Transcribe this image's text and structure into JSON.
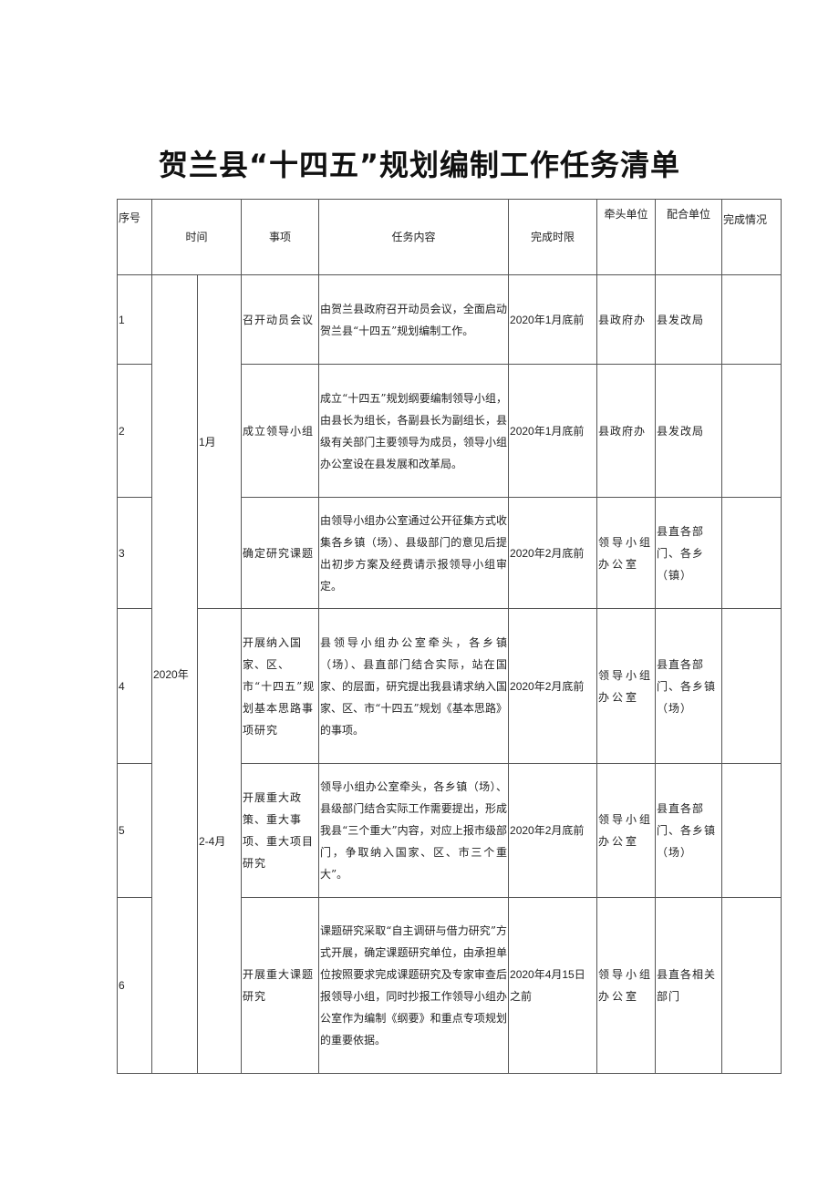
{
  "document": {
    "title": "贺兰县“十四五”规划编制工作任务清单"
  },
  "table": {
    "headers": {
      "index": "序号",
      "time": "时间",
      "item": "事项",
      "content": "任务内容",
      "deadline": "完成时限",
      "lead_unit": "牵头单位",
      "coop_unit": "配合单位",
      "status": "完成情况"
    },
    "year_group": "2020年",
    "month_groups": [
      {
        "label": "1月",
        "rows": [
          1,
          2,
          3
        ]
      },
      {
        "label": "2-4月",
        "rows": [
          4,
          5,
          6
        ]
      }
    ],
    "rows": [
      {
        "index": "1",
        "item": "召开动员会议",
        "content": "由贺兰县政府召开动员会议，全面启动贺兰县“十四五”规划编制工作。",
        "deadline": "2020年1月底前",
        "lead_unit": "县政府办",
        "coop_unit": "县发改局",
        "status": ""
      },
      {
        "index": "2",
        "item": "成立领导小组",
        "content": "成立“十四五”规划纲要编制领导小组，由县长为组长，各副县长为副组长，县级有关部门主要领导为成员，领导小组办公室设在县发展和改革局。",
        "deadline": "2020年1月底前",
        "lead_unit": "县政府办",
        "coop_unit": "县发改局",
        "status": ""
      },
      {
        "index": "3",
        "item": "确定研究课题",
        "content": "由领导小组办公室通过公开征集方式收集各乡镇（场）、县级部门的意见后提出初步方案及经费请示报领导小组审定。",
        "deadline": "2020年2月底前",
        "lead_unit": "领导小组办公室",
        "coop_unit": "县直各部门、各乡（镇）",
        "status": ""
      },
      {
        "index": "4",
        "item": "开展纳入国家、区、市“十四五”规划基本思路事项研究",
        "content": "县领导小组办公室牵头，各乡镇（场）、县直部门结合实际，站在国家、的层面，研究提出我县请求纳入国家、区、市“十四五”规划《基本思路》的事项。",
        "deadline": "2020年2月底前",
        "lead_unit": "领导小组办公室",
        "coop_unit": "县直各部门、各乡镇（场）",
        "status": ""
      },
      {
        "index": "5",
        "item": "开展重大政策、重大事项、重大项目研究",
        "content": "领导小组办公室牵头，各乡镇（场）、县级部门结合实际工作需要提出，形成我县“三个重大”内容，对应上报市级部门，争取纳入国家、区、市三个重大”。",
        "deadline": "2020年2月底前",
        "lead_unit": "领导小组办公室",
        "coop_unit": "县直各部门、各乡镇（场）",
        "status": ""
      },
      {
        "index": "6",
        "item": "开展重大课题研究",
        "content": "课题研究采取“自主调研与借力研究”方式开展，确定课题研究单位，由承担单位按照要求完成课题研究及专家审查后报领导小组，同时抄报工作领导小组办公室作为编制《纲要》和重点专项规划的重要依据。",
        "deadline": "2020年4月15日之前",
        "lead_unit": "领导小组办公室",
        "coop_unit": "县直各相关部门",
        "status": ""
      }
    ]
  }
}
